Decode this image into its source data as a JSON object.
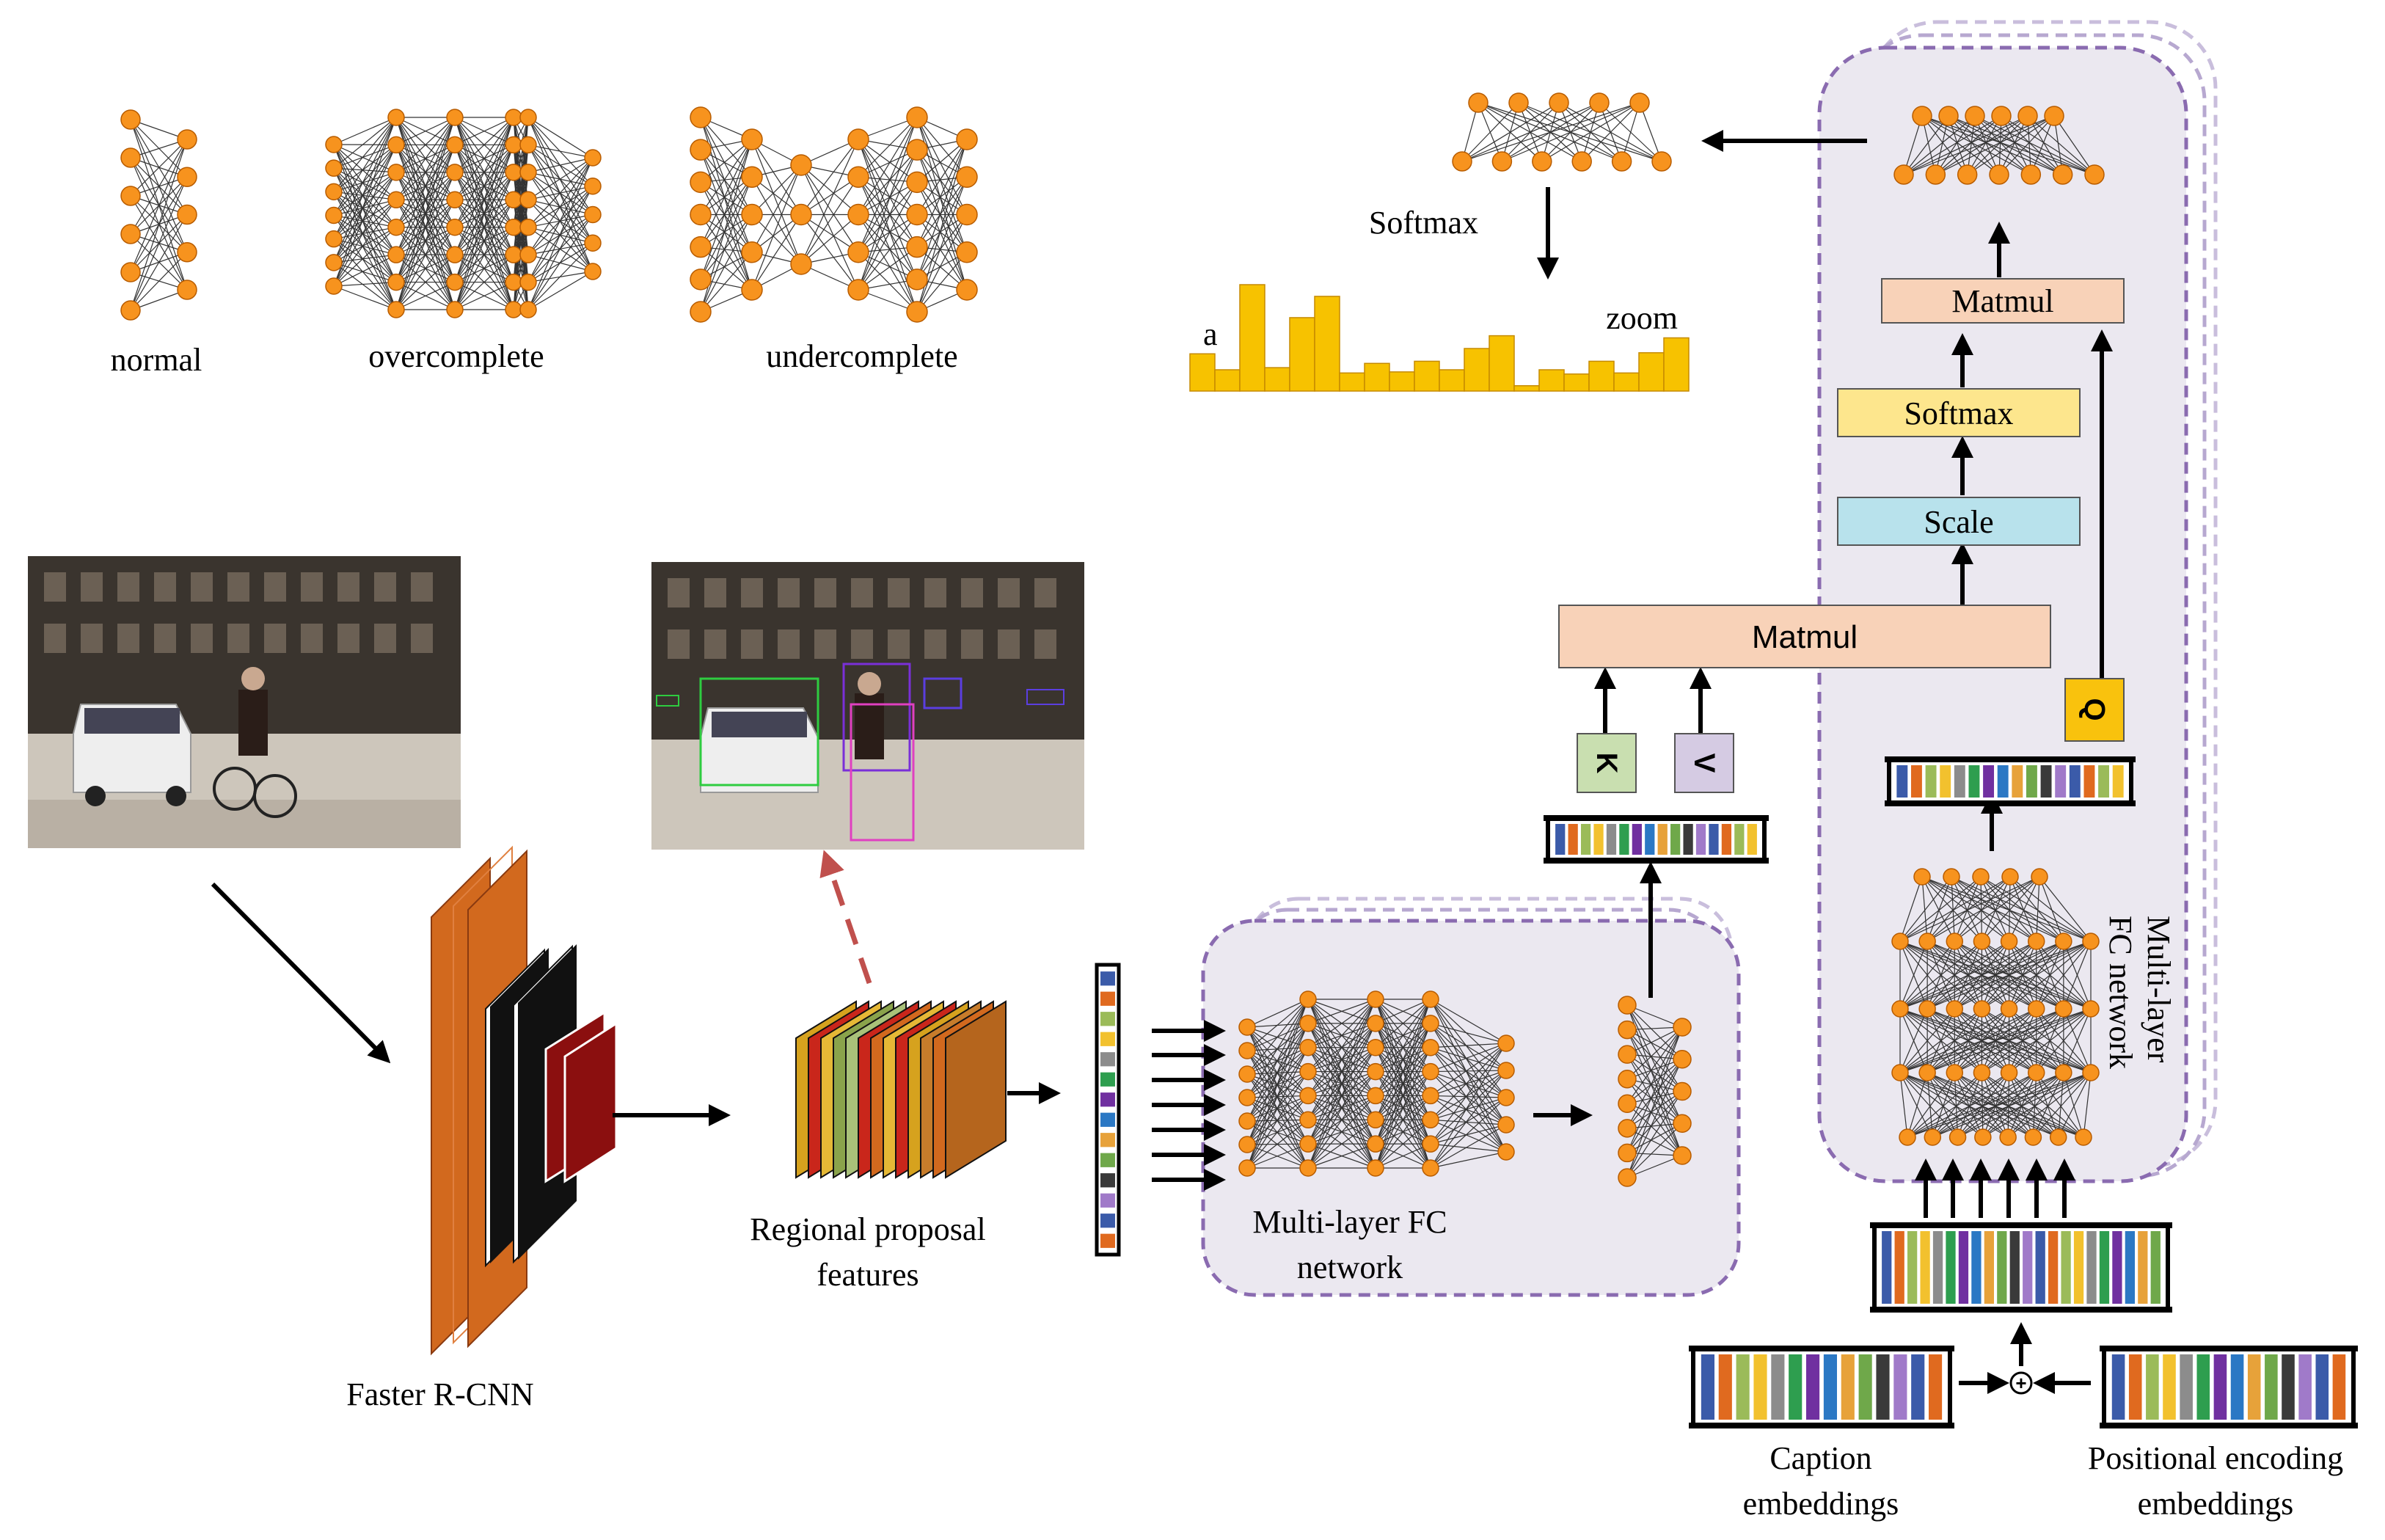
{
  "labels": {
    "normal": "normal",
    "overcomplete": "overcomplete",
    "undercomplete": "undercomplete",
    "softmax_top": "Softmax",
    "hist_left": "a",
    "hist_right": "zoom",
    "faster_rcnn": "Faster R-CNN",
    "rpf_line1": "Regional proposal",
    "rpf_line2": "features",
    "mlfc_line1": "Multi-layer FC",
    "mlfc_line2": "network",
    "mlfc_vert_line1": "Multi-layer",
    "mlfc_vert_line2": "FC network",
    "caption_line1": "Caption",
    "caption_line2": "embeddings",
    "pos_line1": "Positional encoding",
    "pos_line2": "embeddings",
    "matmul_left": "Matmul",
    "matmul_right": "Matmul",
    "softmax_box": "Softmax",
    "scale_box": "Scale",
    "k": "K",
    "v": "V",
    "q": "Q",
    "plus": "+"
  },
  "colors": {
    "node": "#f7931e",
    "panel": "#ebe8f0",
    "panel_border": "#8a6bb0",
    "matmul": "#f8d2b8",
    "softmax": "#fde68d",
    "scale": "#b8e2ec",
    "k": "#c9dfb0",
    "v": "#d5cbe3",
    "q": "#f9c20d",
    "hist": "#f7c200",
    "rcnn_orange": "#d2691e",
    "rcnn_dark": "#111111",
    "rcnn_red": "#8b0f0f",
    "dashed_arrow": "#c0504d"
  },
  "icons": {
    "street_photo": "street-scene-photo",
    "detection_photo": "detection-result-photo"
  }
}
